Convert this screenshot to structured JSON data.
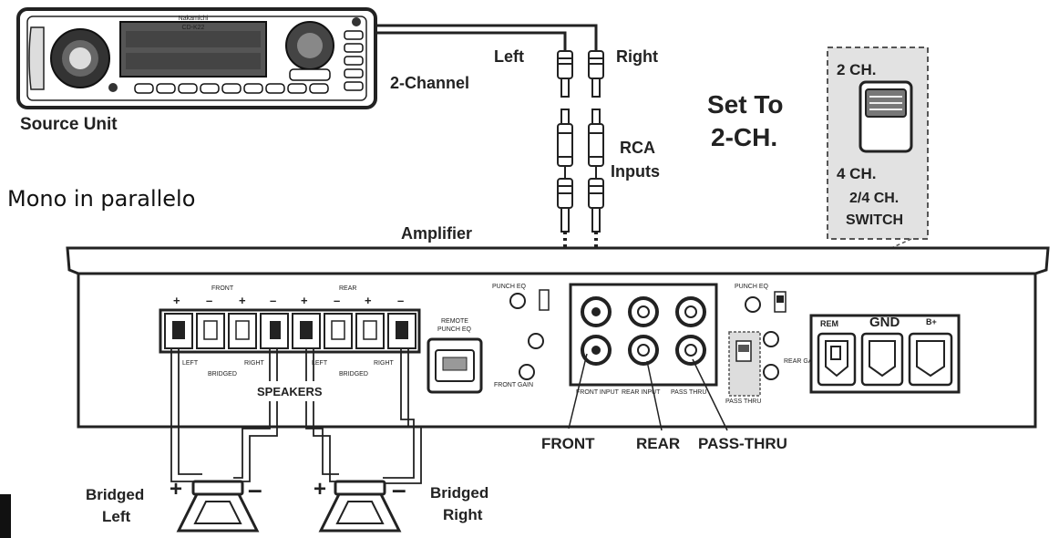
{
  "labels": {
    "source_unit": "Source Unit",
    "two_channel": "2-Channel",
    "left": "Left",
    "right": "Right",
    "rca": "RCA",
    "inputs": "Inputs",
    "set_to_line1": "Set To",
    "set_to_line2": "2-CH.",
    "mono_note": "Mono in parallelo",
    "amplifier": "Amplifier",
    "switch_2ch": "2 CH.",
    "switch_4ch": "4 CH.",
    "switch_name_line1": "2/4 CH.",
    "switch_name_line2": "SWITCH",
    "front": "FRONT",
    "rear": "REAR",
    "pass_thru": "PASS-THRU",
    "speakers": "SPEAKERS",
    "bridged_left_line1": "Bridged",
    "bridged_left_line2": "Left",
    "bridged_right_line1": "Bridged",
    "bridged_right_line2": "Right",
    "plus": "+",
    "minus": "–"
  },
  "amp_panel": {
    "terminal_front": "FRONT",
    "terminal_rear": "REAR",
    "term_left_1": "LEFT",
    "term_right_1": "RIGHT",
    "term_left_2": "LEFT",
    "term_right_2": "RIGHT",
    "bridged_1": "BRIDGED",
    "bridged_2": "BRIDGED",
    "remote_line1": "REMOTE",
    "remote_line2": "PUNCH EQ",
    "punch_eq_1": "PUNCH EQ",
    "punch_eq_2": "PUNCH EQ",
    "front_input": "FRONT INPUT",
    "rear_input": "REAR INPUT",
    "pass_thru_small": "PASS THRU",
    "rem": "REM",
    "gnd": "GND",
    "bplus": "B+",
    "front_gain": "FRONT GAIN",
    "rear_gain": "REAR GAIN",
    "pass_thru_tiny": "PASS THRU"
  },
  "head_unit": {
    "brand": "Nakamichi",
    "model": "CD-K22"
  }
}
